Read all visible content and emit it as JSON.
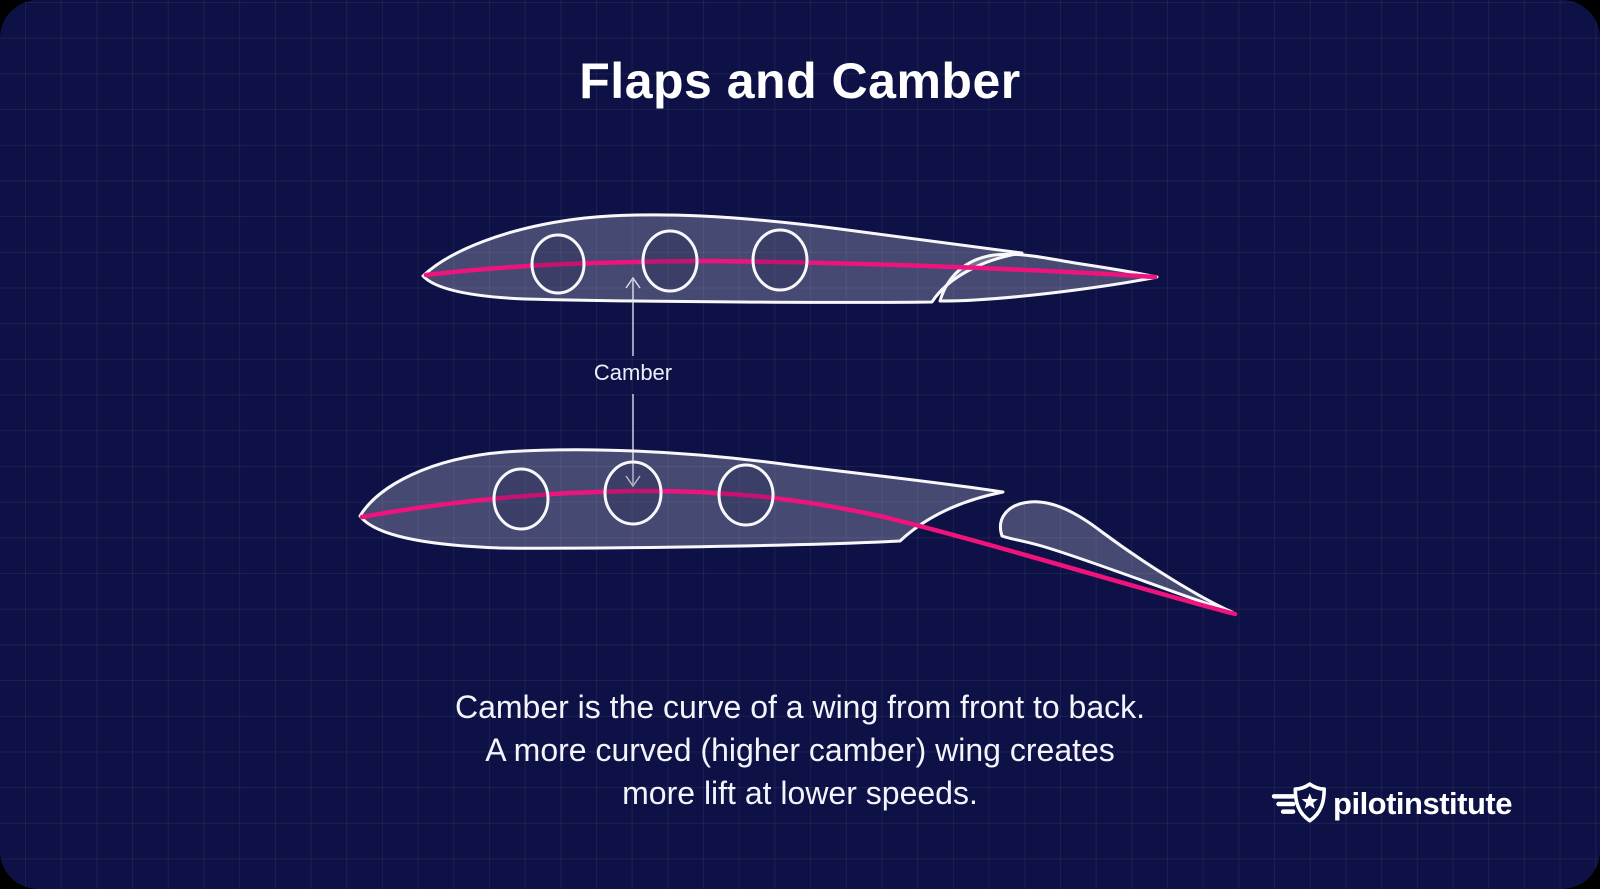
{
  "title": "Flaps and Camber",
  "diagram": {
    "camber_label": "Camber",
    "colors": {
      "background": "#0d1145",
      "grid_line": "#222750",
      "airfoil_fill": "#4a4d77",
      "airfoil_stroke": "#f8f8fc",
      "camber_line": "#ef137e",
      "text": "#f3f4fc"
    }
  },
  "caption": {
    "line1": "Camber is the curve of a wing from front to back.",
    "line2": "A more curved (higher camber) wing creates",
    "line3": "more lift at lower speeds."
  },
  "logo": {
    "brand": "pilotinstitute"
  }
}
